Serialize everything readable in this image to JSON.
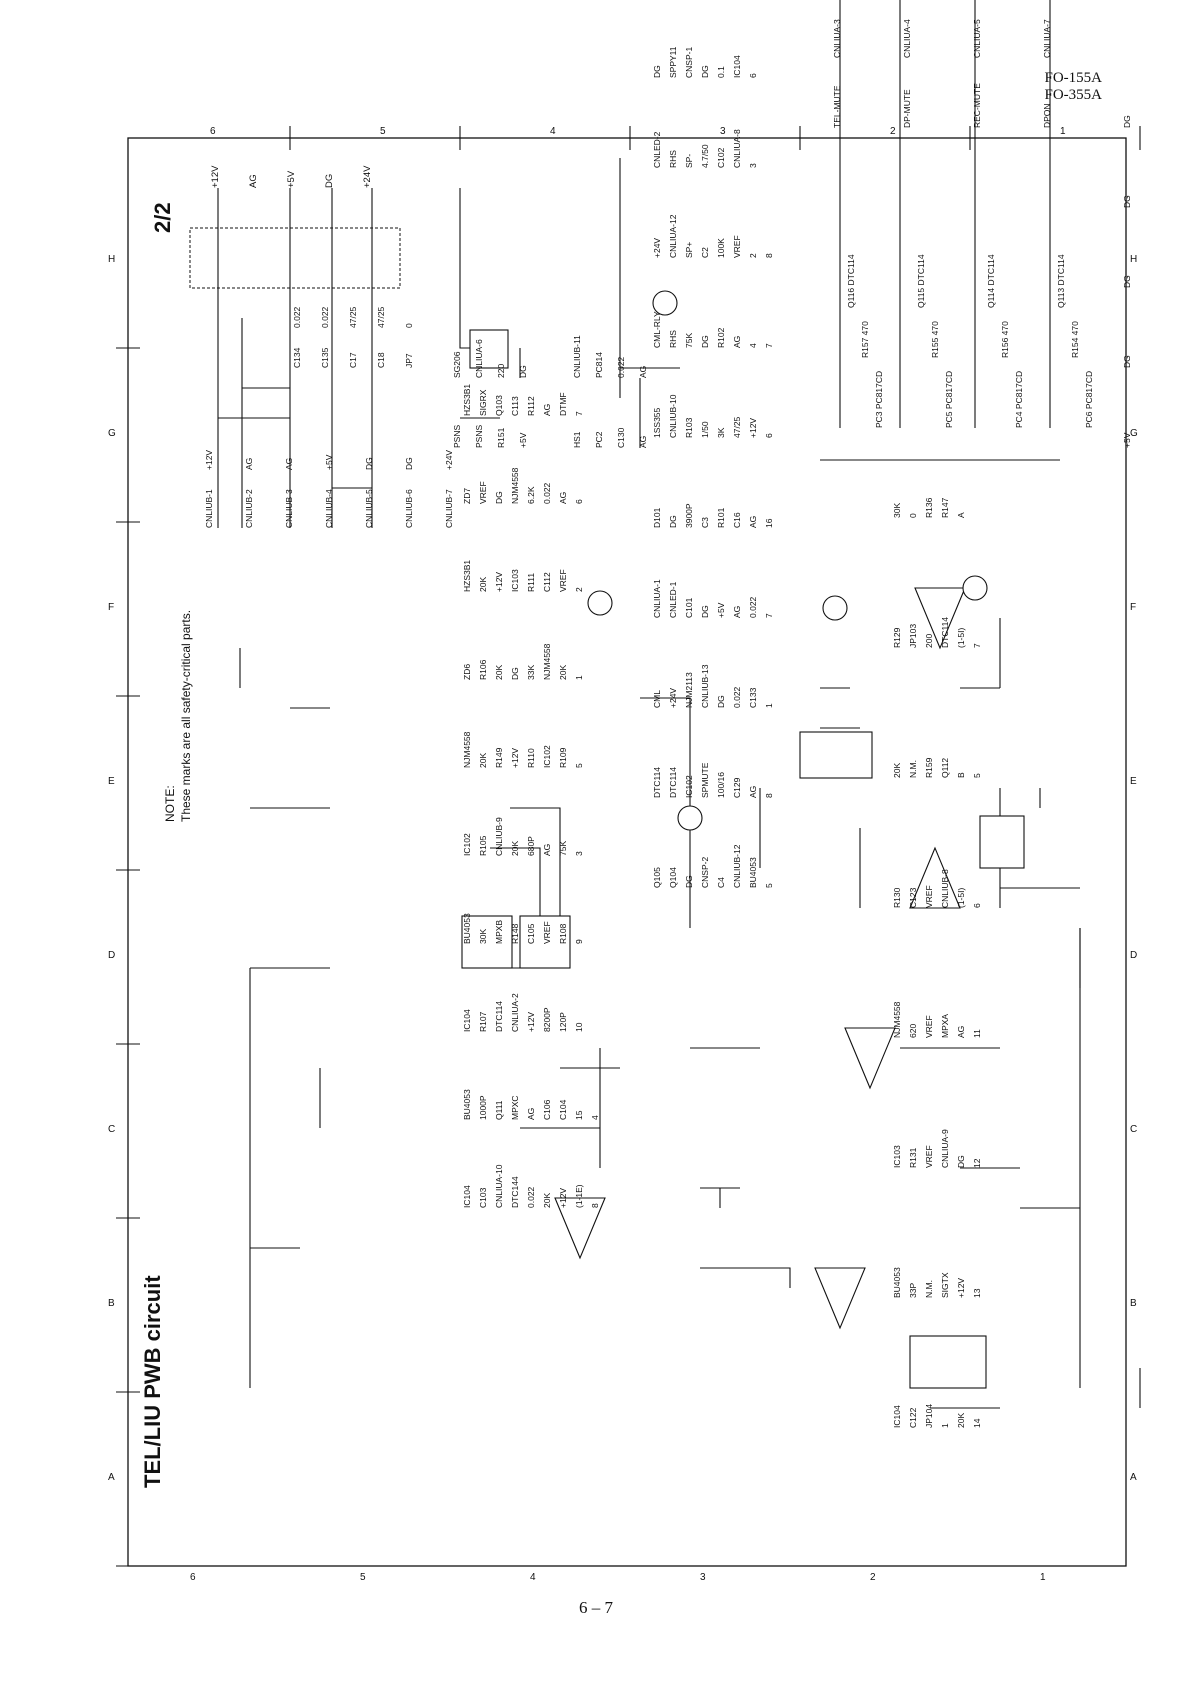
{
  "header": {
    "models": [
      "FO-155A",
      "FO-355A"
    ]
  },
  "title": "TEL/LIU PWB circuit",
  "sheet": "2/2",
  "note": {
    "heading": "NOTE:",
    "text": "These marks are all safety-critical parts."
  },
  "page_number": "6 – 7",
  "grid": {
    "numbers": [
      "6",
      "5",
      "4",
      "3",
      "2",
      "1"
    ],
    "letters": [
      "A",
      "B",
      "C",
      "D",
      "E",
      "F",
      "G",
      "H"
    ]
  },
  "power_connector": [
    "CNLIUB-1",
    "CNLIUB-2",
    "CNLIUB-3",
    "CNLIUB-4",
    "CNLIUB-5",
    "CNLIUB-6",
    "CNLIUB-7"
  ],
  "power_nets": [
    "+12V",
    "AG",
    "AG",
    "+5V",
    "DG",
    "DG",
    "+24V"
  ],
  "rail_flags": [
    "+12V",
    "AG",
    "+5V",
    "DG",
    "+24V"
  ],
  "bypass_caps": [
    "C134",
    "0.022",
    "C135",
    "0.022",
    "C17",
    "47/25",
    "C18",
    "47/25",
    "JP7",
    "0"
  ],
  "sensors": {
    "psns": [
      "PSNS",
      "SG206",
      "PSNS",
      "CNLIUA-6",
      "R151",
      "220",
      "+5V",
      "DG"
    ],
    "hs1": [
      "HS1",
      "CNLIUB-11",
      "PC2",
      "PC814",
      "C130",
      "0.022",
      "AG",
      "AG"
    ]
  },
  "mute_drivers": [
    {
      "net": "TEL-MUTE",
      "conn": "CNLIUA-3",
      "q": "Q116",
      "qt": "DTC114",
      "r": "R157",
      "rv": "470",
      "pc": "PC3",
      "pct": "PC817CD"
    },
    {
      "net": "DP-MUTE",
      "conn": "CNLIUA-4",
      "q": "Q115",
      "qt": "DTC114",
      "r": "R155",
      "rv": "470",
      "pc": "PC5",
      "pct": "PC817CD"
    },
    {
      "net": "REC-MUTE",
      "conn": "CNLIUA-5",
      "q": "Q114",
      "qt": "DTC114",
      "r": "R156",
      "rv": "470",
      "pc": "PC4",
      "pct": "PC817CD"
    },
    {
      "net": "DPON",
      "conn": "CNLIUA-7",
      "q": "Q113",
      "qt": "DTC114",
      "r": "R154",
      "rv": "470",
      "pc": "PC6",
      "pct": "PC817CD"
    }
  ],
  "mute_misc": [
    "+5V",
    "DG",
    "DG",
    "DG",
    "DG"
  ],
  "upper_left": [
    "IC104",
    "BU4053",
    "IC103",
    "NJM4558",
    "R130",
    "20K",
    "R129",
    "30K",
    "C122",
    "33P",
    "R131",
    "620",
    "C123",
    "N.M.",
    "JP103",
    "0",
    "JP104",
    "N.M.",
    "VREF",
    "VREF",
    "VREF",
    "R159",
    "200",
    "R136",
    "1",
    "SIGTX",
    "CNLIUA-9",
    "MPXA",
    "CNLIUB-8",
    "Q112",
    "DTC114",
    "R147",
    "20K",
    "+12V",
    "DG",
    "AG",
    "(1-5I)",
    "B",
    "(1-5I)",
    "A",
    "14",
    "13",
    "12",
    "11",
    "6",
    "5",
    "7"
  ],
  "middle": [
    "IC104",
    "BU4053",
    "IC104",
    "BU4053",
    "IC102",
    "NJM4558",
    "ZD6",
    "HZS3B1",
    "ZD7",
    "HZS3B1",
    "C103",
    "1000P",
    "R107",
    "30K",
    "R105",
    "20K",
    "R106",
    "20K",
    "VREF",
    "SIGRX",
    "CNLIUA-10",
    "Q111",
    "DTC114",
    "MPXB",
    "CNLIUB-9",
    "R149",
    "20K",
    "+12V",
    "DG",
    "Q103",
    "DTC144",
    "MPXC",
    "CNLIUA-2",
    "R148",
    "20K",
    "+12V",
    "DG",
    "IC103",
    "NJM4558",
    "C113",
    "0.022",
    "AG",
    "+12V",
    "C105",
    "680P",
    "R110",
    "33K",
    "R111",
    "6.2K",
    "R112",
    "20K",
    "C106",
    "8200P",
    "VREF",
    "AG",
    "IC102",
    "NJM4558",
    "C112",
    "0.022",
    "AG",
    "+12V",
    "C104",
    "120P",
    "R108",
    "75K",
    "R109",
    "20K",
    "VREF",
    "AG",
    "DTMF",
    "(1-1E)",
    "15",
    "10",
    "9",
    "3",
    "5",
    "1",
    "2",
    "6",
    "7",
    "8",
    "4"
  ],
  "lower": [
    "Q105",
    "DTC114",
    "CML",
    "CNLIUA-1",
    "D101",
    "1SS355",
    "CML-RLY",
    "+24V",
    "CNLED-2",
    "DG",
    "Q104",
    "DTC114",
    "+24V",
    "CNLED-1",
    "DG",
    "CNLIUB-10",
    "RHS",
    "CNLIUA-12",
    "RHS",
    "SPPY11",
    "DG",
    "IC102",
    "NJM2113",
    "C101",
    "3900P",
    "R103",
    "75K",
    "SP+",
    "SP-",
    "CNSP-1",
    "CNSP-2",
    "SPMUTE",
    "CNLIUB-13",
    "DG",
    "C3",
    "1/50",
    "DG",
    "C2",
    "4.7/50",
    "DG",
    "C4",
    "100/16",
    "DG",
    "+5V",
    "R101",
    "3K",
    "R102",
    "100K",
    "C102",
    "0.1",
    "CNLIUB-12",
    "C129",
    "0.022",
    "AG",
    "C16",
    "47/25",
    "AG",
    "VREF",
    "CNLIUA-8",
    "IC104",
    "BU4053",
    "AG",
    "C133",
    "0.022",
    "AG",
    "+12V",
    "4",
    "2",
    "3",
    "6",
    "5",
    "8",
    "1",
    "7",
    "16",
    "6",
    "7",
    "8"
  ]
}
